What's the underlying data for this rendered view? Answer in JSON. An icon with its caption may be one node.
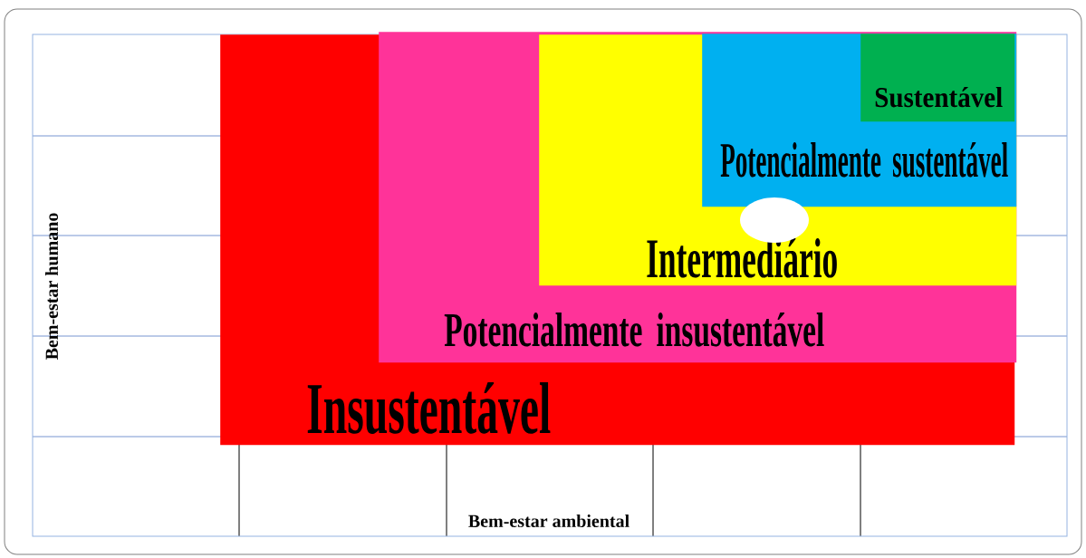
{
  "diagram": {
    "nodes": [
      {
        "text": [
          "Insustentável"
        ]
      },
      {
        "text": [
          "Potencialmente insustentável"
        ],
        "in": 0
      },
      {
        "text": [
          "Intermediário"
        ],
        "in": 1
      },
      {
        "text": [
          "Potencialmente sustentável"
        ],
        "in": 2
      },
      {
        "text": [
          "Sustentável"
        ],
        "in": 3
      },
      {
        "text": [],
        "shape": "ellipse",
        "in": 2
      }
    ],
    "labels": [
      "Bem-estar humano",
      "Bem-estar ambiental"
    ]
  }
}
